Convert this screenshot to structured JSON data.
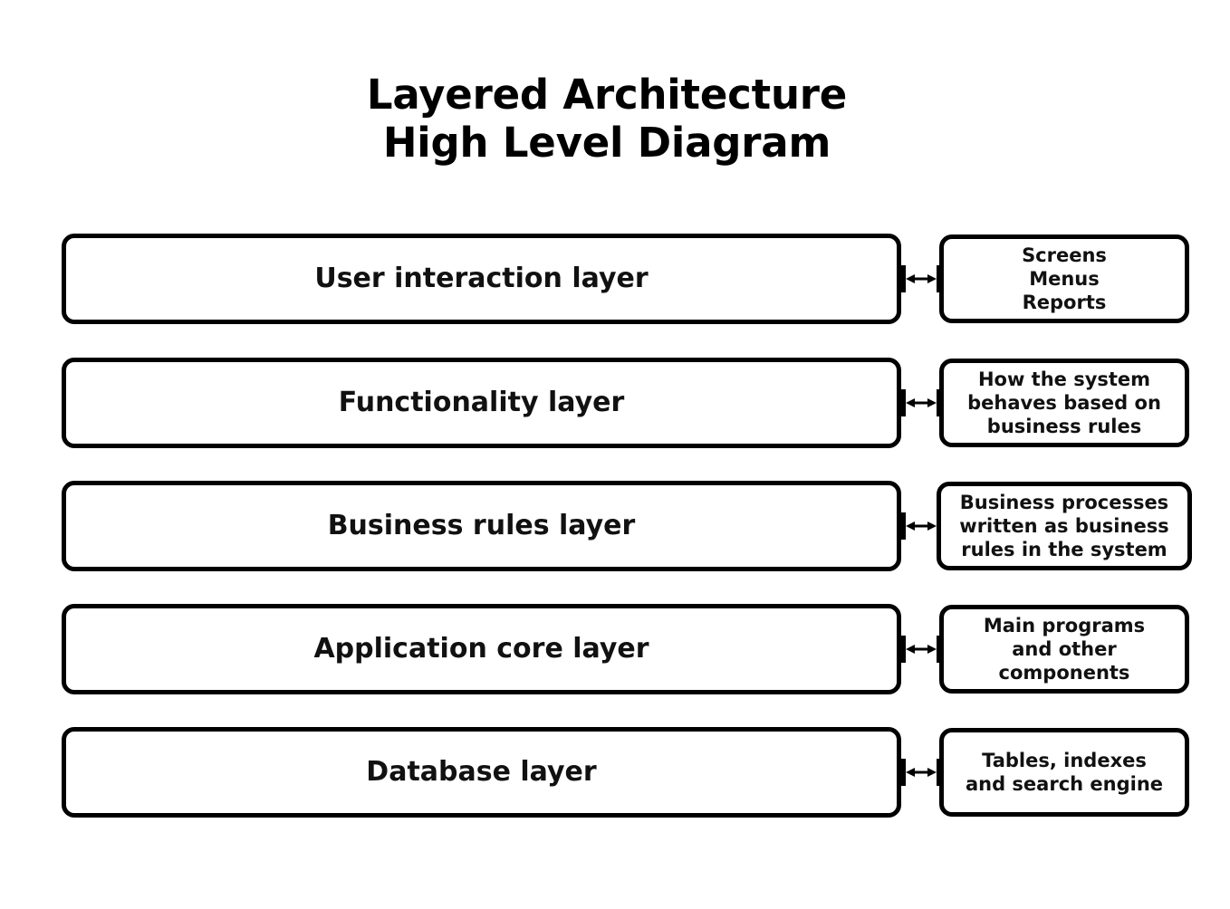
{
  "title": {
    "line1": "Layered Architecture",
    "line2": "High Level Diagram"
  },
  "colors": {
    "background": "#ffffff",
    "stroke": "#000000",
    "text": "#111111"
  },
  "rows": [
    {
      "layer_label": "User interaction layer",
      "connector": "double-headed-arrow",
      "note_lines": [
        "Screens",
        "Menus",
        "Reports"
      ]
    },
    {
      "layer_label": "Functionality layer",
      "connector": "double-headed-arrow",
      "note_lines": [
        "How the system",
        "behaves based on",
        "business rules"
      ]
    },
    {
      "layer_label": "Business rules layer",
      "connector": "double-headed-arrow",
      "note_lines": [
        "Business processes",
        "written as business",
        "rules in the system"
      ]
    },
    {
      "layer_label": "Application core layer",
      "connector": "double-headed-arrow",
      "note_lines": [
        "Main programs",
        "and other",
        "components"
      ]
    },
    {
      "layer_label": "Database layer",
      "connector": "double-headed-arrow",
      "note_lines": [
        "Tables, indexes",
        "and search engine"
      ]
    }
  ],
  "chart_data": {
    "type": "diagram",
    "title": "Layered Architecture High Level Diagram",
    "layout": "vertical-stack-with-side-annotations",
    "nodes": [
      {
        "id": "layer-1",
        "label": "User interaction layer",
        "annotation": "Screens Menus Reports"
      },
      {
        "id": "layer-2",
        "label": "Functionality layer",
        "annotation": "How the system behaves based on business rules"
      },
      {
        "id": "layer-3",
        "label": "Business rules layer",
        "annotation": "Business processes written as business rules in the system"
      },
      {
        "id": "layer-4",
        "label": "Application core layer",
        "annotation": "Main programs and other components"
      },
      {
        "id": "layer-5",
        "label": "Database layer",
        "annotation": "Tables, indexes and search engine"
      }
    ],
    "edges": [
      {
        "from": "layer-1",
        "to": "layer-1-note",
        "style": "bidirectional"
      },
      {
        "from": "layer-2",
        "to": "layer-2-note",
        "style": "bidirectional"
      },
      {
        "from": "layer-3",
        "to": "layer-3-note",
        "style": "bidirectional"
      },
      {
        "from": "layer-4",
        "to": "layer-4-note",
        "style": "bidirectional"
      },
      {
        "from": "layer-5",
        "to": "layer-5-note",
        "style": "bidirectional"
      }
    ]
  }
}
